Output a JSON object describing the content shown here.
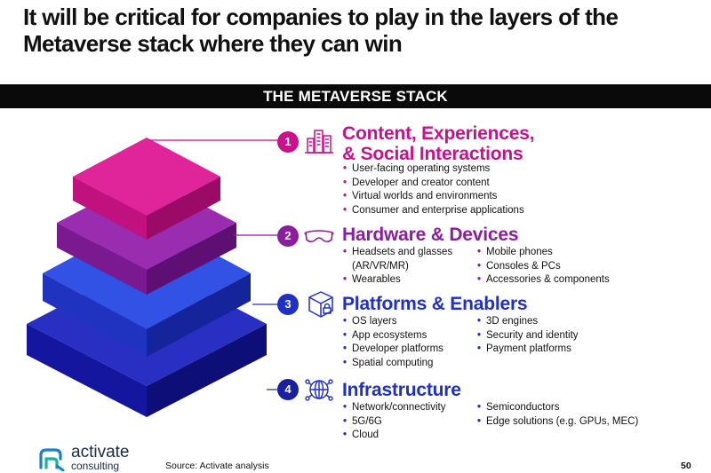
{
  "title": "It will be critical for companies to play in the layers of the Metaverse stack where they can win",
  "banner": "THE METAVERSE STACK",
  "colors": {
    "layer1": "#c8128c",
    "layer2": "#8a1e9e",
    "layer3": "#1f30c8",
    "layer4": "#1a1fa0"
  },
  "layers": [
    {
      "number": "1",
      "icon": "city-buildings-icon",
      "heading_line1": "Content, Experiences,",
      "heading_line2": "& Social Interactions",
      "col1": [
        "User-facing operating systems",
        "Developer and creator content",
        "Virtual worlds and environments",
        "Consumer and enterprise applications"
      ],
      "col2": []
    },
    {
      "number": "2",
      "icon": "vr-goggles-icon",
      "heading_line1": "Hardware & Devices",
      "col1": [
        "Headsets and glasses (AR/VR/MR)",
        "Wearables"
      ],
      "col2": [
        "Mobile phones",
        "Consoles & PCs",
        "Accessories & components"
      ]
    },
    {
      "number": "3",
      "icon": "cube-lock-icon",
      "heading_line1": "Platforms & Enablers",
      "col1": [
        "OS layers",
        "App ecosystems",
        "Developer platforms",
        "Spatial computing"
      ],
      "col2": [
        "3D engines",
        "Security and identity",
        "Payment platforms"
      ]
    },
    {
      "number": "4",
      "icon": "network-globe-icon",
      "heading_line1": "Infrastructure",
      "col1": [
        "Network/connectivity",
        "5G/6G",
        "Cloud"
      ],
      "col2": [
        "Semiconductors",
        "Edge solutions (e.g. GPUs, MEC)"
      ]
    }
  ],
  "footer": {
    "logo_line1": "activate",
    "logo_line2": "consulting",
    "source": "Source: Activate analysis",
    "page_number": "50"
  }
}
